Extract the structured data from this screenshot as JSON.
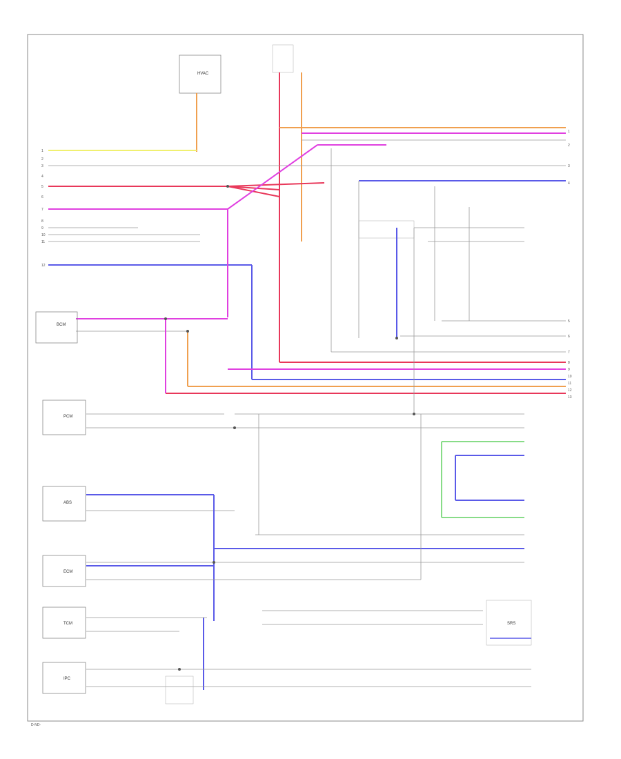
{
  "diagram": {
    "corner_label": "D-ND-",
    "colors": {
      "red": "#e8385a",
      "pink": "#e040e0",
      "orange": "#f0a050",
      "blue": "#5a5ae8",
      "green": "#60d060",
      "yellow": "#f0f070",
      "black": "#555555",
      "gray": "#aaaaaa"
    },
    "components": {
      "c1": "BCM",
      "c2": "PCM",
      "c3": "ABS",
      "c4": "ECM",
      "c5": "TCM",
      "c6": "IPC",
      "c7": "HVAC",
      "c8": "SRS"
    },
    "right_connectors": [
      "1",
      "2",
      "3",
      "4",
      "5",
      "6",
      "7",
      "8",
      "9",
      "10",
      "11",
      "12",
      "13"
    ],
    "left_pins": [
      "1",
      "2",
      "3",
      "4",
      "5",
      "6",
      "7",
      "8",
      "9",
      "10",
      "11",
      "12"
    ]
  }
}
